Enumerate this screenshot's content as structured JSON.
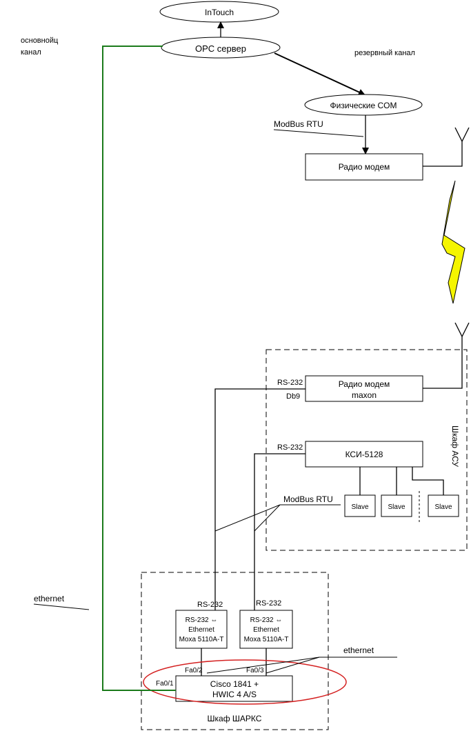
{
  "nodes": {
    "intouch": "InTouch",
    "opc_server": "OPC сервер",
    "physical_com": "Физические COM",
    "radio_modem_top": "Радио модем",
    "radio_modem_maxon_line1": "Радио модем",
    "radio_modem_maxon_line2": "maxon",
    "ksi": "КСИ-5128",
    "slave1": "Slave",
    "slave2": "Slave",
    "slave3": "Slave",
    "moxa1_line1": "RS-232 ⇔",
    "moxa1_line2": "Ethernet",
    "moxa1_line3": "Moxa 5110A-T",
    "moxa2_line1": "RS-232 ⇔",
    "moxa2_line2": "Ethernet",
    "moxa2_line3": "Moxa 5110A-T",
    "cisco_line1": "Cisco 1841 +",
    "cisco_line2": "HWIC 4 A/S"
  },
  "labels": {
    "main_channel_line1": "основнойц",
    "main_channel_line2": "канал",
    "reserve_channel": "резервный канал",
    "modbus_rtu_top": "ModBus RTU",
    "modbus_rtu_mid": "ModBus RTU",
    "rs232_maxon": "RS-232",
    "db9": "Db9",
    "rs232_ksi": "RS-232",
    "rs232_moxa1": "RS-232",
    "rs232_moxa2": "RS-232",
    "ethernet_left": "ethernet",
    "ethernet_right": "ethernet",
    "fa0_1": "Fa0/1",
    "fa0_2": "Fa0/2",
    "fa0_3": "Fa0/3",
    "cabinet_asu": "Шкаф АСУ",
    "cabinet_sharks": "Шкаф ШАРКС"
  },
  "colors": {
    "main_channel_line": "#1a7a1a",
    "lightning_fill": "#f5f500",
    "highlight_ellipse": "#d42020",
    "lines": "#000000"
  }
}
